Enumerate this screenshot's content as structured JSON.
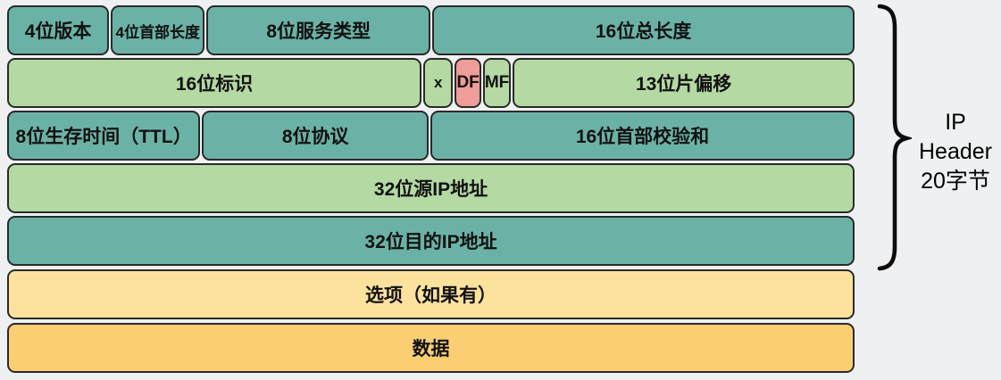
{
  "colors": {
    "background": "#eff0f1",
    "teal": "#6bb2a6",
    "green": "#b4d9a2",
    "pink": "#ee9d98",
    "light_yellow": "#fde29d",
    "orange": "#fbce74",
    "border": "#2a2a2a",
    "text": "#111111"
  },
  "diagram": {
    "rows": [
      {
        "cells": [
          {
            "label": "4位版本"
          },
          {
            "label": "4位首部长度"
          },
          {
            "label": "8位服务类型"
          },
          {
            "label": "16位总长度"
          }
        ]
      },
      {
        "cells": [
          {
            "label": "16位标识"
          },
          {
            "label": "x"
          },
          {
            "label": "DF"
          },
          {
            "label": "MF"
          },
          {
            "label": "13位片偏移"
          }
        ]
      },
      {
        "cells": [
          {
            "label": "8位生存时间（TTL）"
          },
          {
            "label": "8位协议"
          },
          {
            "label": "16位首部校验和"
          }
        ]
      },
      {
        "cells": [
          {
            "label": "32位源IP地址"
          }
        ]
      },
      {
        "cells": [
          {
            "label": "32位目的IP地址"
          }
        ]
      },
      {
        "cells": [
          {
            "label": "选项（如果有）"
          }
        ]
      },
      {
        "cells": [
          {
            "label": "数据"
          }
        ]
      }
    ]
  },
  "annotation": {
    "line1": "IP",
    "line2": "Header",
    "line3": "20字节"
  }
}
